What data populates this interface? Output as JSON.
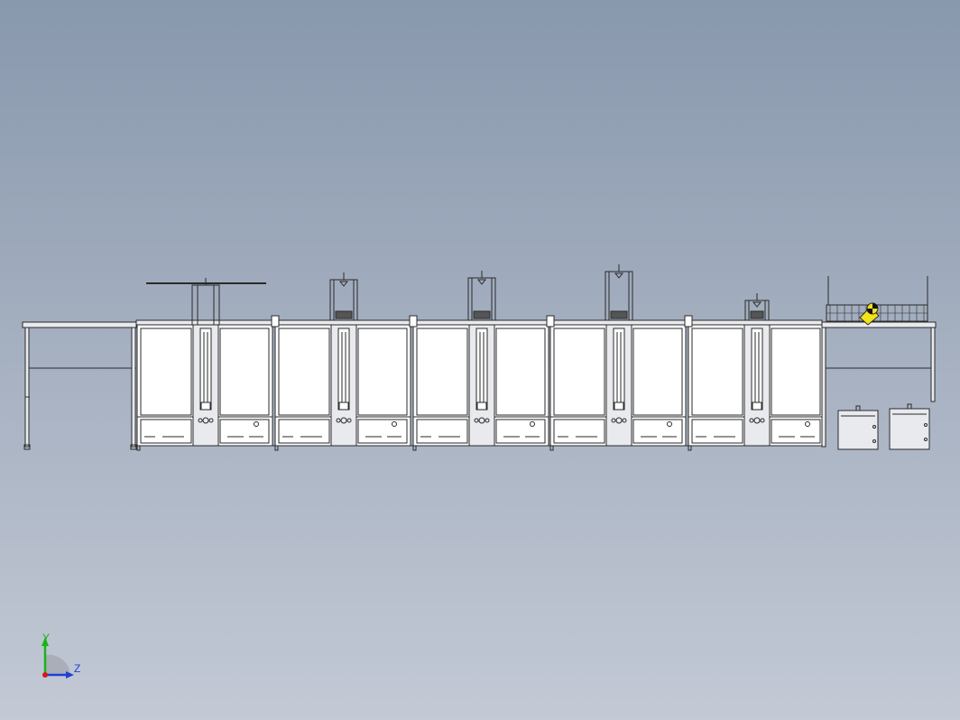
{
  "viewport": {
    "background_top": "#8898ad",
    "background_bottom": "#c3c9d5",
    "line_color": "#2a2a2a",
    "panel_fill": "#ffffff",
    "frame_fill": "#e8eaee",
    "accent_yellow": "#f2e21a"
  },
  "triad": {
    "y_label": "Y",
    "z_label": "Z",
    "y_color": "#18b418",
    "z_color": "#1f3fd8",
    "x_color": "#d41818"
  },
  "machine": {
    "stations": 5,
    "tower_heights": [
      "low-cross",
      "tall",
      "tall",
      "tallest",
      "short"
    ],
    "infeed_conveyor": true,
    "outfeed_conveyor": true,
    "cabinets": 2
  }
}
